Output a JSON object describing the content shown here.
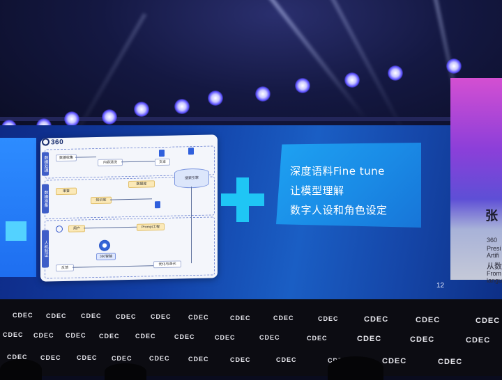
{
  "event": {
    "logo_text": "CDEC"
  },
  "slide": {
    "brand": "360",
    "diagram_labels": {
      "band1": "数据处理",
      "band2": "数据准备",
      "band3": "人机验证",
      "node_collect": "数据收集",
      "node_clean": "内容清洗",
      "node_doc": "文本",
      "node_db": "数据库",
      "node_search": "搜索引擎",
      "node_review": "审查",
      "node_kb": "知识库",
      "node_prompt": "Prompt工程",
      "node_user": "用户",
      "node_hub": "360智脑",
      "node_optimize": "优化与迭代",
      "node_feedback": "反馈"
    },
    "card_lines": [
      "深度语料Fine tune",
      "让模型理解",
      "数字人设和角色设定"
    ],
    "page_number": "12"
  },
  "speaker": {
    "name": "张",
    "line1": "360",
    "line2": "Presi",
    "line3": "Artifi",
    "line4": "从数",
    "line5": "From",
    "line6": "langu"
  },
  "colors": {
    "screen_blue": "#1240a6",
    "card_blue": "#1a8be6",
    "plus_cyan": "#1fc6f5",
    "speaker_panel_magenta": "#d44fd2"
  }
}
